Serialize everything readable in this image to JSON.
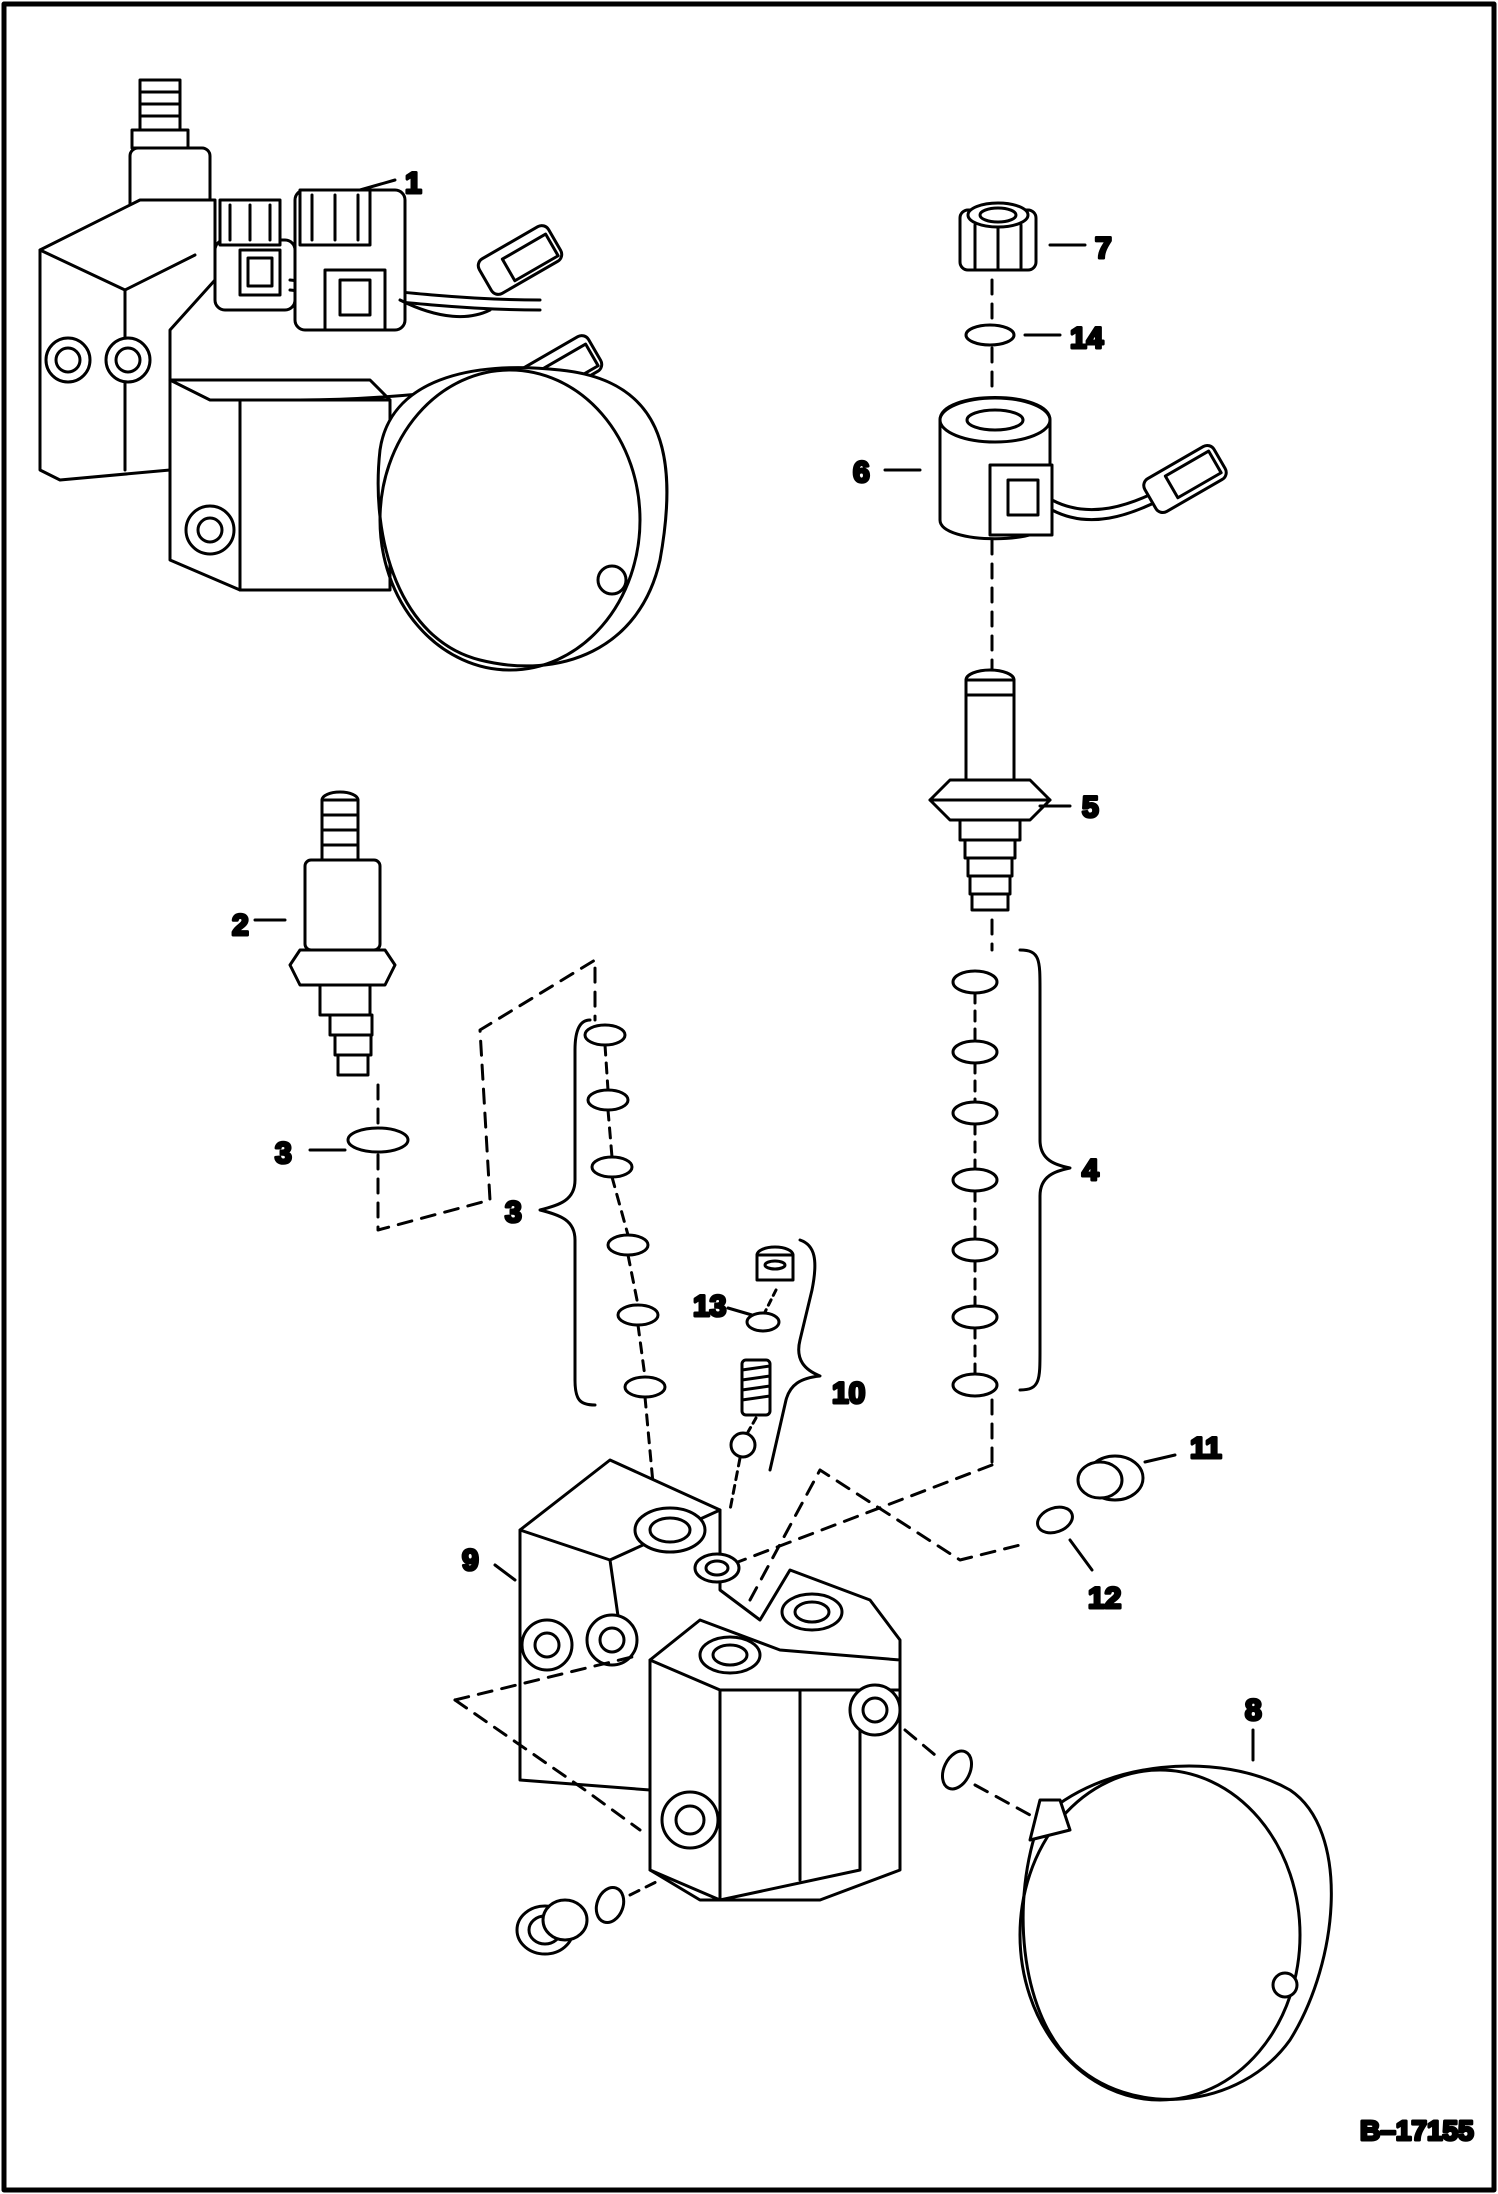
{
  "figure_number": "B–17155",
  "callouts": {
    "c1": "1",
    "c2": "2",
    "c3a": "3",
    "c3b": "3",
    "c4": "4",
    "c5": "5",
    "c6": "6",
    "c7": "7",
    "c8": "8",
    "c9": "9",
    "c10": "10",
    "c11": "11",
    "c12": "12",
    "c13": "13",
    "c14": "14"
  },
  "colors": {
    "line": "#000000",
    "paper": "#ffffff"
  }
}
